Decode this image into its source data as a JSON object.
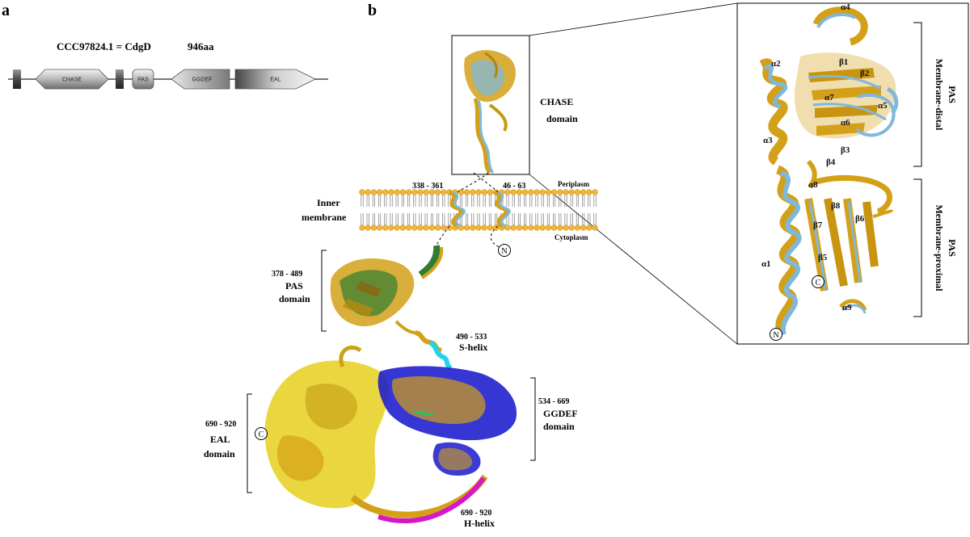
{
  "panel_a": {
    "label": "a",
    "title": "CCC97824.1 = CdgD",
    "length": "946aa",
    "domains": [
      "CHASE",
      "PAS",
      "GGDEF",
      "EAL"
    ]
  },
  "panel_b": {
    "label": "b",
    "chase_domain": [
      "CHASE",
      "domain"
    ],
    "membrane": {
      "label": [
        "Inner",
        "membrane"
      ],
      "tm1": "338 - 361",
      "tm2": "46 - 63",
      "periplasm": "Periplasm",
      "cytoplasm": "Cytoplasm",
      "n_terminus": "N"
    },
    "pas": {
      "range": "378 - 489",
      "name": [
        "PAS",
        "domain"
      ]
    },
    "s_helix": {
      "range": "490 - 533",
      "name": "S-helix"
    },
    "ggdef": {
      "range": "534 - 669",
      "name": [
        "GGDEF",
        "domain"
      ]
    },
    "eal": {
      "range": "690 - 920",
      "name": [
        "EAL",
        "domain"
      ],
      "c_terminus": "C"
    },
    "h_helix": {
      "range": "690 - 920",
      "name": "H-helix"
    },
    "inset": {
      "labels": [
        "α4",
        "α2",
        "β1",
        "β2",
        "α7",
        "α5",
        "α6",
        "α3",
        "β3",
        "β4",
        "α8",
        "β8",
        "β7",
        "β6",
        "α1",
        "β5",
        "α9"
      ],
      "n_terminus": "N",
      "c_terminus": "C",
      "membrane_distal": [
        "Membrane-distal",
        "PAS"
      ],
      "membrane_proximal": [
        "Membrane-proximal",
        "PAS"
      ]
    }
  },
  "colors": {
    "gold": "#d4a017",
    "light_blue": "#7fb8d9",
    "green": "#2e7d32",
    "cyan": "#22d3ee",
    "blue": "#1a1acd",
    "yellow": "#e8d22a",
    "magenta": "#d417c8",
    "membrane_orange": "#f2b632"
  }
}
